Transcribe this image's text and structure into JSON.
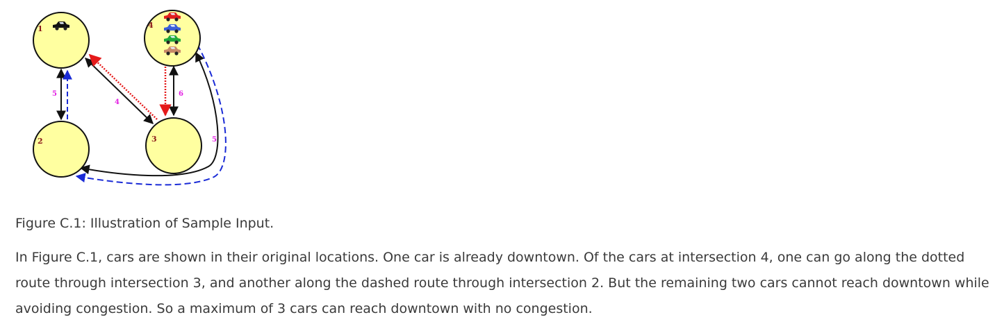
{
  "figure": {
    "nodes": [
      {
        "id": "1",
        "label": "1",
        "cars": [
          "#111111"
        ]
      },
      {
        "id": "2",
        "label": "2",
        "cars": []
      },
      {
        "id": "3",
        "label": "3",
        "cars": []
      },
      {
        "id": "4",
        "label": "4",
        "cars": [
          "#e02020",
          "#3a5fd8",
          "#22a83a",
          "#c98a68"
        ]
      }
    ],
    "edge_labels": {
      "e12": "5",
      "e13": "4",
      "e34": "6",
      "e24": "5"
    },
    "colors": {
      "node_fill": "#ffffa0",
      "edge": "#111111",
      "dashed": "#1a2bd6",
      "dotted": "#e51a1a",
      "edge_label": "#e21ee2",
      "node_label": "#8b1a1a"
    }
  },
  "caption": "Figure C.1: Illustration of Sample Input.",
  "paragraph": "In Figure C.1, cars are shown in their original locations. One car is already downtown. Of the cars at intersection 4, one can go along the dotted route through intersection 3, and another along the dashed route through intersection 2. But the remaining two cars cannot reach downtown while avoiding congestion. So a maximum of 3 cars can reach downtown with no congestion."
}
